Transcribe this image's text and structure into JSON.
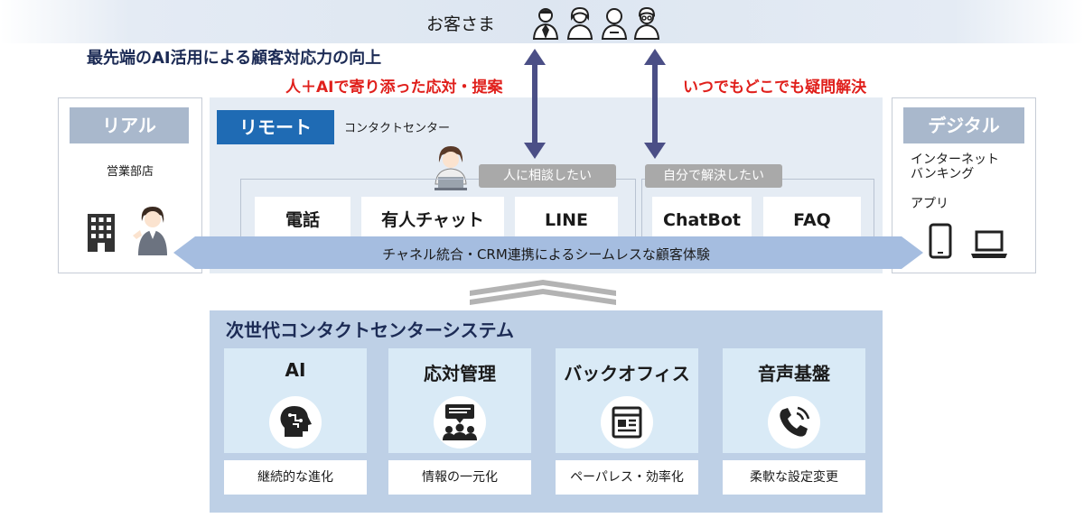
{
  "customers": {
    "label": "お客さま"
  },
  "headline": "最先端のAI活用による顧客対応力の向上",
  "red_left": "人＋AIで寄り添った応対・提案",
  "red_right": "いつでもどこでも疑問解決",
  "real": {
    "header": "リアル",
    "sub": "営業部店"
  },
  "remote": {
    "header": "リモート",
    "sub": "コンタクトセンター"
  },
  "digital": {
    "header": "デジタル",
    "internet": "インターネット",
    "banking": "バンキング",
    "app": "アプリ"
  },
  "pills": {
    "consult": "人に相談したい",
    "self": "自分で解決したい"
  },
  "channels": [
    "電話",
    "有人チャット",
    "LINE",
    "ChatBot",
    "FAQ"
  ],
  "seamless": "チャネル統合・CRM連携によるシームレスな顧客体験",
  "system": {
    "title": "次世代コンタクトセンターシステム",
    "cards": [
      {
        "title": "AI",
        "bottom": "継続的な進化",
        "icon": "ai-head-icon"
      },
      {
        "title": "応対管理",
        "bottom": "情報の一元化",
        "icon": "group-chat-icon"
      },
      {
        "title": "バックオフィス",
        "bottom": "ペーパレス・効率化",
        "icon": "document-icon"
      },
      {
        "title": "音声基盤",
        "bottom": "柔軟な設定変更",
        "icon": "phone-icon"
      }
    ]
  },
  "colors": {
    "remote_header": "#1f6bb4",
    "side_header": "#a9b8cc",
    "red_text": "#e0201c",
    "arrow": "#4b4f86",
    "system_bg": "#bed0e6",
    "card_bg": "#d9eaf6"
  }
}
